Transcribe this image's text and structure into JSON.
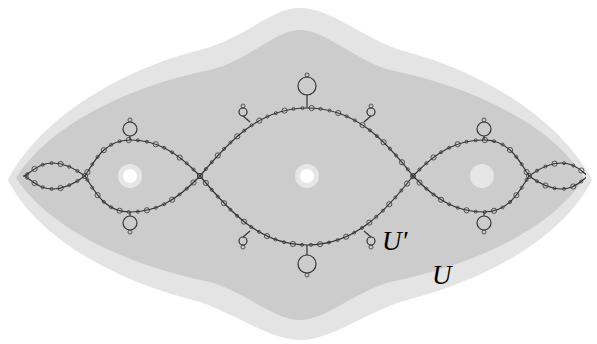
{
  "diagram": {
    "nodes": [
      {
        "text": [
          "U"
        ]
      },
      {
        "text": [
          "U′"
        ],
        "in": 0
      }
    ]
  }
}
